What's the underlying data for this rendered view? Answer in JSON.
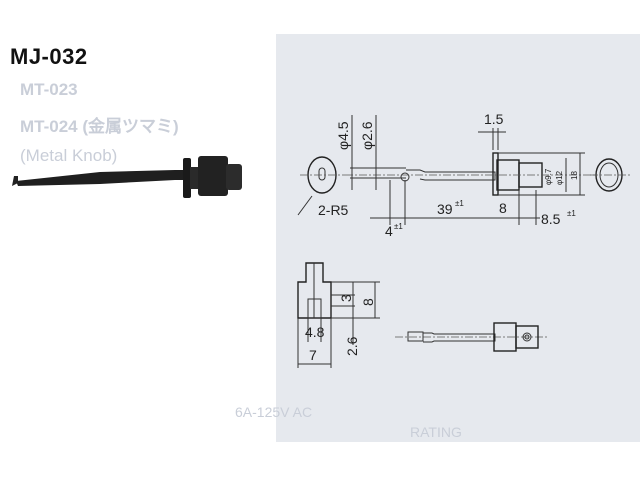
{
  "title": "MJ-032",
  "ghost_text": [
    "MT-023",
    "MT-024 (金属ツマミ)",
    "(Metal Knob)",
    "6A-125V AC",
    "RATING"
  ],
  "dimensions": {
    "d_outer": "φ4.5",
    "d_inner": "φ2.6",
    "flange": "1.5",
    "radius": "2-R5",
    "length": "39",
    "length_tol": "±1",
    "tip": "4",
    "tip_tol": "±1",
    "body": "8",
    "knob": "8.5",
    "knob_tol": "±1",
    "d97": "φ9.7",
    "d12": "φ12",
    "h18": "18",
    "h3": "3",
    "h8": "8",
    "w48": "4.8",
    "w7": "7",
    "h26": "2.6"
  },
  "colors": {
    "panel": "#e6e9ee",
    "probe": "#1a1a1a"
  }
}
